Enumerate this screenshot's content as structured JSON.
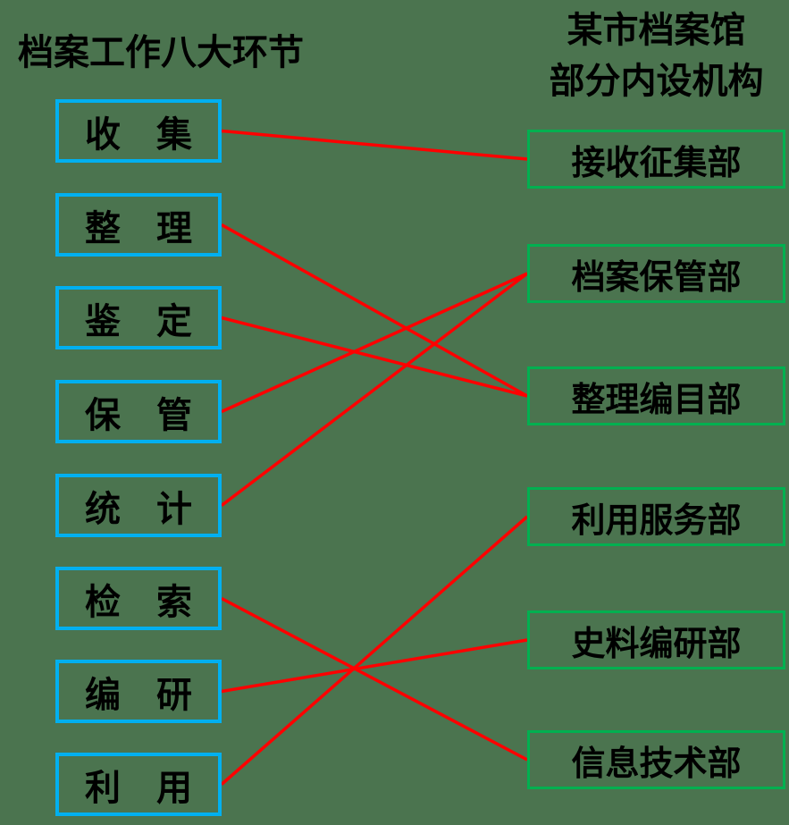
{
  "colors": {
    "background": "#4b744f",
    "process_box_border": "#00B0F0",
    "department_box_border": "#00B050",
    "connector": "#FF0000",
    "text": "#000000"
  },
  "left_panel": {
    "title": "档案工作八大环节",
    "items": [
      {
        "label": "收　集"
      },
      {
        "label": "整　理"
      },
      {
        "label": "鉴　定"
      },
      {
        "label": "保　管"
      },
      {
        "label": "统　计"
      },
      {
        "label": "检　索"
      },
      {
        "label": "编　研"
      },
      {
        "label": "利　用"
      }
    ]
  },
  "right_panel": {
    "title_lines": [
      "某市档案馆",
      "部分内设机构"
    ],
    "items": [
      {
        "label": "接收征集部"
      },
      {
        "label": "档案保管部"
      },
      {
        "label": "整理编目部"
      },
      {
        "label": "利用服务部"
      },
      {
        "label": "史料编研部"
      },
      {
        "label": "信息技术部"
      }
    ]
  },
  "connections": [
    {
      "from": "收集",
      "to": "接收征集部",
      "from_index": 0,
      "to_index": 0
    },
    {
      "from": "整理",
      "to": "整理编目部",
      "from_index": 1,
      "to_index": 2
    },
    {
      "from": "鉴定",
      "to": "整理编目部",
      "from_index": 2,
      "to_index": 2
    },
    {
      "from": "保管",
      "to": "档案保管部",
      "from_index": 3,
      "to_index": 1
    },
    {
      "from": "统计",
      "to": "档案保管部",
      "from_index": 4,
      "to_index": 1
    },
    {
      "from": "检索",
      "to": "信息技术部",
      "from_index": 5,
      "to_index": 5
    },
    {
      "from": "编研",
      "to": "史料编研部",
      "from_index": 6,
      "to_index": 4
    },
    {
      "from": "利用",
      "to": "利用服务部",
      "from_index": 7,
      "to_index": 3
    }
  ]
}
